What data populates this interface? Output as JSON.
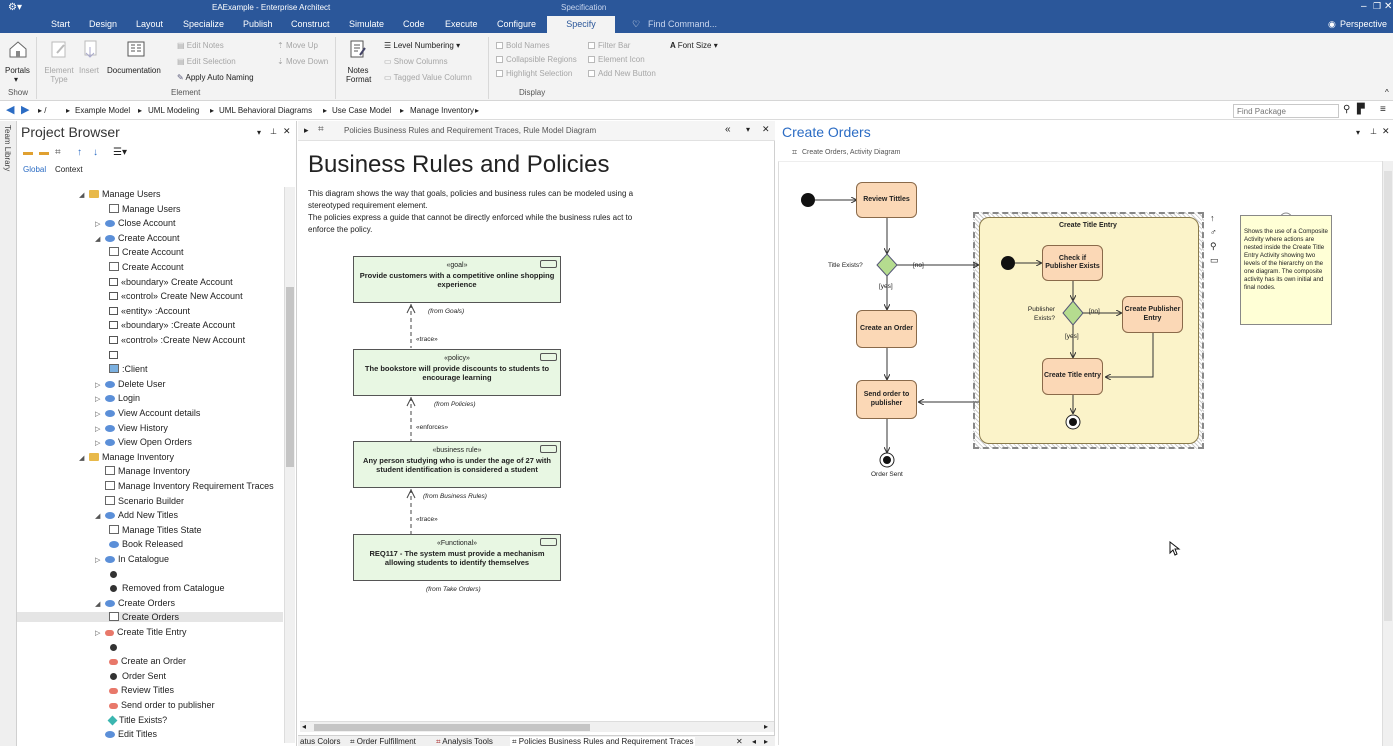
{
  "window": {
    "tab_context": "Specification",
    "title": "EAExample - Enterprise Architect"
  },
  "menu": [
    "Start",
    "Design",
    "Layout",
    "Specialize",
    "Publish",
    "Construct",
    "Simulate",
    "Code",
    "Execute",
    "Configure"
  ],
  "menu_active": "Specify",
  "find_command": "Find Command...",
  "perspective": "Perspective",
  "ribbon": {
    "portals": "Portals",
    "element_type": "Element Type",
    "insert": "Insert",
    "documentation": "Documentation",
    "edit_notes": "Edit Notes",
    "edit_selection": "Edit Selection",
    "apply_auto_naming": "Apply Auto Naming",
    "move_up": "Move Up",
    "move_down": "Move Down",
    "notes_format": "Notes Format",
    "level_numbering": "Level Numbering",
    "show_columns": "Show Columns",
    "tagged_value_column": "Tagged Value Column",
    "bold_names": "Bold Names",
    "collapsible_regions": "Collapsible Regions",
    "highlight_selection": "Highlight Selection",
    "filter_bar": "Filter Bar",
    "element_icon": "Element Icon",
    "add_new_button": "Add New Button",
    "font_size": "Font Size",
    "group_show": "Show",
    "group_element": "Element",
    "group_display": "Display"
  },
  "breadcrumb": [
    "Example Model",
    "UML Modeling",
    "UML Behavioral Diagrams",
    "Use Case Model",
    "Manage Inventory"
  ],
  "find_package_placeholder": "Find Package",
  "side_tab": "Team Library",
  "project_browser": {
    "title": "Project Browser",
    "tab_global": "Global",
    "tab_context": "Context",
    "items": [
      {
        "label": "Manage Users",
        "icon": "folder",
        "exp": "down"
      },
      {
        "label": "Manage Users",
        "icon": "diagram",
        "exp": ""
      },
      {
        "label": "Close Account",
        "icon": "usecase",
        "exp": "right"
      },
      {
        "label": "Create Account",
        "icon": "usecase",
        "exp": "down"
      },
      {
        "label": "Create Account",
        "icon": "diagram",
        "exp": ""
      },
      {
        "label": "Create Account",
        "icon": "diagram",
        "exp": ""
      },
      {
        "label": "«boundary» Create Account",
        "icon": "class",
        "exp": ""
      },
      {
        "label": "«control» Create New Account",
        "icon": "class",
        "exp": ""
      },
      {
        "label": "«entity» :Account",
        "icon": "class",
        "exp": ""
      },
      {
        "label": "«boundary» :Create Account",
        "icon": "class",
        "exp": ""
      },
      {
        "label": "«control» :Create New Account",
        "icon": "class",
        "exp": ""
      },
      {
        "label": "",
        "icon": "class",
        "exp": ""
      },
      {
        "label": ":Client",
        "icon": "actor",
        "exp": ""
      },
      {
        "label": "Delete User",
        "icon": "usecase",
        "exp": "right"
      },
      {
        "label": "Login",
        "icon": "usecase",
        "exp": "right"
      },
      {
        "label": "View Account details",
        "icon": "usecase",
        "exp": "right"
      },
      {
        "label": "View History",
        "icon": "usecase",
        "exp": "right"
      },
      {
        "label": "View Open Orders",
        "icon": "usecase",
        "exp": "right"
      },
      {
        "label": "Manage Inventory",
        "icon": "folder",
        "exp": "down"
      },
      {
        "label": "Manage Inventory",
        "icon": "diagram",
        "exp": ""
      },
      {
        "label": "Manage Inventory Requirement Traces",
        "icon": "diagram",
        "exp": ""
      },
      {
        "label": "Scenario Builder",
        "icon": "diagram",
        "exp": ""
      },
      {
        "label": "Add New Titles",
        "icon": "usecase",
        "exp": "down"
      },
      {
        "label": "Manage Titles State",
        "icon": "diagram",
        "exp": ""
      },
      {
        "label": "Book Released",
        "icon": "usecase",
        "exp": ""
      },
      {
        "label": "In Catalogue",
        "icon": "usecase",
        "exp": "right"
      },
      {
        "label": "",
        "icon": "dot",
        "exp": ""
      },
      {
        "label": "Removed from Catalogue",
        "icon": "dot",
        "exp": ""
      },
      {
        "label": "Create Orders",
        "icon": "usecase",
        "exp": "down"
      },
      {
        "label": "Create Orders",
        "icon": "diagram",
        "exp": ""
      },
      {
        "label": "Create Title Entry",
        "icon": "activity",
        "exp": "right"
      },
      {
        "label": "",
        "icon": "dot",
        "exp": ""
      },
      {
        "label": "Create an Order",
        "icon": "activity",
        "exp": ""
      },
      {
        "label": "Order Sent",
        "icon": "dot",
        "exp": ""
      },
      {
        "label": "Review Titles",
        "icon": "activity",
        "exp": ""
      },
      {
        "label": "Send order to publisher",
        "icon": "activity",
        "exp": ""
      },
      {
        "label": "Title Exists?",
        "icon": "decision",
        "exp": ""
      },
      {
        "label": "Edit Titles",
        "icon": "usecase",
        "exp": ""
      }
    ]
  },
  "middle": {
    "header": "Policies Business Rules and Requirement Traces,  Rule Model Diagram",
    "heading": "Business Rules and Policies",
    "para1": "This diagram shows the way that goals, policies and business rules can be modeled using a stereotyped requirement element.",
    "para2": "The policies express a guide that cannot be directly enforced while the business rules act to enforce the policy.",
    "elements": [
      {
        "stereo": "«goal»",
        "name": "Provide customers with a competitive online shopping experience",
        "from": "(from Goals)"
      },
      {
        "stereo": "«policy»",
        "name": "The bookstore will provide discounts to students to encourage learning",
        "from": "(from Policies)"
      },
      {
        "stereo": "«business rule»",
        "name": "Any person studying who is under the age of 27 with student identification is considered a student",
        "from": "(from Business Rules)"
      },
      {
        "stereo": "«Functional»",
        "name": "REQ117 - The system must provide a mechanism allowing students to identify themselves",
        "from": "(from Take Orders)"
      }
    ],
    "links": [
      "«trace»",
      "«enforces»",
      "«trace»"
    ]
  },
  "right": {
    "title": "Create Orders",
    "sub": "Create Orders,  Activity Diagram",
    "review": "Review Tittles",
    "title_exists": "Title Exists?",
    "no": "[no]",
    "yes": "[yes]",
    "create_order": "Create an Order",
    "send_order": "Send order to publisher",
    "order_sent": "Order Sent",
    "composite": "Create Title Entry",
    "check_publisher": "Check if Publisher Exists",
    "publisher_exists": "Publisher Exists?",
    "create_publisher": "Create Publisher Entry",
    "create_title": "Create Title entry",
    "note": "Shows the use of a Composite Activity where actions are nested inside the Create Title Entry Activity showing two levels of the hierarchy on the one diagram.  The composite activity has its own initial and final nodes."
  },
  "bottom_tabs": [
    "atus Colors",
    "Order Fulfillment",
    "Analysis Tools",
    "Policies Business Rules and Requirement Traces"
  ]
}
